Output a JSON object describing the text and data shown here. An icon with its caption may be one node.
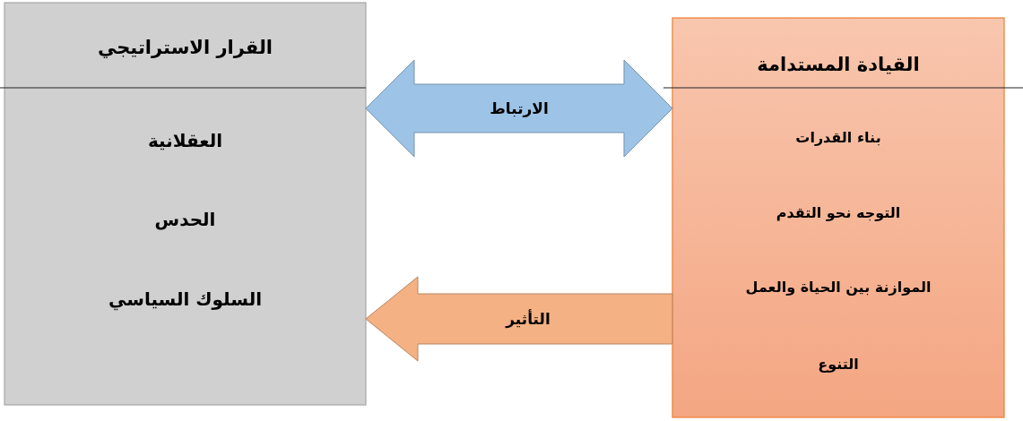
{
  "diagram": {
    "nodes": [
      {
        "text": [
          "القرار الاستراتيجي",
          "العقلانية",
          "الحدس",
          "السلوك السياسي"
        ]
      },
      {
        "text": [
          "القيادة المستدامة",
          "بناء القدرات",
          "التوجه نحو التقدم",
          "الموازنة بين الحياة والعمل",
          "التنوع"
        ]
      }
    ],
    "edges": [
      {
        "from": 0,
        "to": 1,
        "arrow": "both",
        "label": "الارتباط",
        "style": "thick",
        "color": "#9dc3e6"
      },
      {
        "from": 1,
        "to": 0,
        "arrow": "to",
        "label": "التأثير",
        "style": "thick",
        "color": "#f4b183"
      }
    ]
  }
}
